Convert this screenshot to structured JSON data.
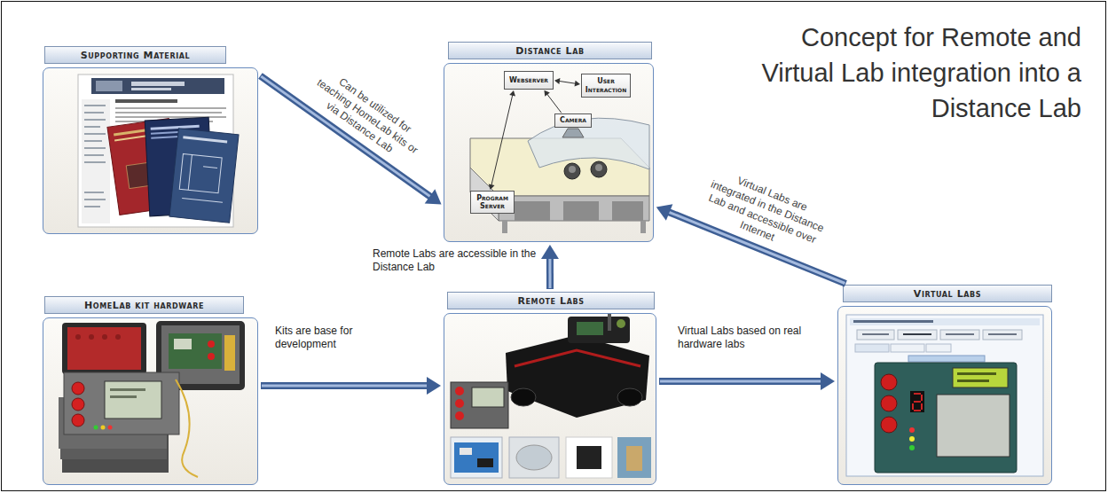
{
  "diagram": {
    "title": "Concept for Remote and Virtual Lab integration into a Distance Lab",
    "nodes": [
      {
        "text": [
          "Supporting Material"
        ]
      },
      {
        "text": [
          "Distance Lab"
        ]
      },
      {
        "text": [
          "Webserver"
        ],
        "in": 1
      },
      {
        "text": [
          "User Interaction"
        ],
        "in": 1
      },
      {
        "text": [
          "Camera"
        ],
        "in": 1
      },
      {
        "text": [
          "Program Server"
        ],
        "in": 1
      },
      {
        "text": [
          "HomeLab kit hardware"
        ]
      },
      {
        "text": [
          "Remote Labs"
        ]
      },
      {
        "text": [
          "Virtual Labs"
        ]
      }
    ],
    "edges": [
      {
        "from": 0,
        "to": 1,
        "arrow": "to",
        "label": "Can be utilized for teaching HomeLab kits or via Distance Lab"
      },
      {
        "from": 2,
        "to": 3,
        "arrow": "both"
      },
      {
        "from": 2,
        "to": 5,
        "arrow": "both"
      },
      {
        "from": 4,
        "to": 2,
        "arrow": "to"
      },
      {
        "from": 6,
        "to": 7,
        "arrow": "to",
        "label": "Kits are base for development"
      },
      {
        "from": 7,
        "to": 1,
        "arrow": "to",
        "label": "Remote Labs are accessible in the Distance Lab"
      },
      {
        "from": 7,
        "to": 8,
        "arrow": "to",
        "label": "Virtual Labs based on real hardware labs"
      },
      {
        "from": 8,
        "to": 1,
        "arrow": "to",
        "label": "Virtual Labs are integrated in the Distance Lab and accessible over Internet"
      }
    ]
  }
}
